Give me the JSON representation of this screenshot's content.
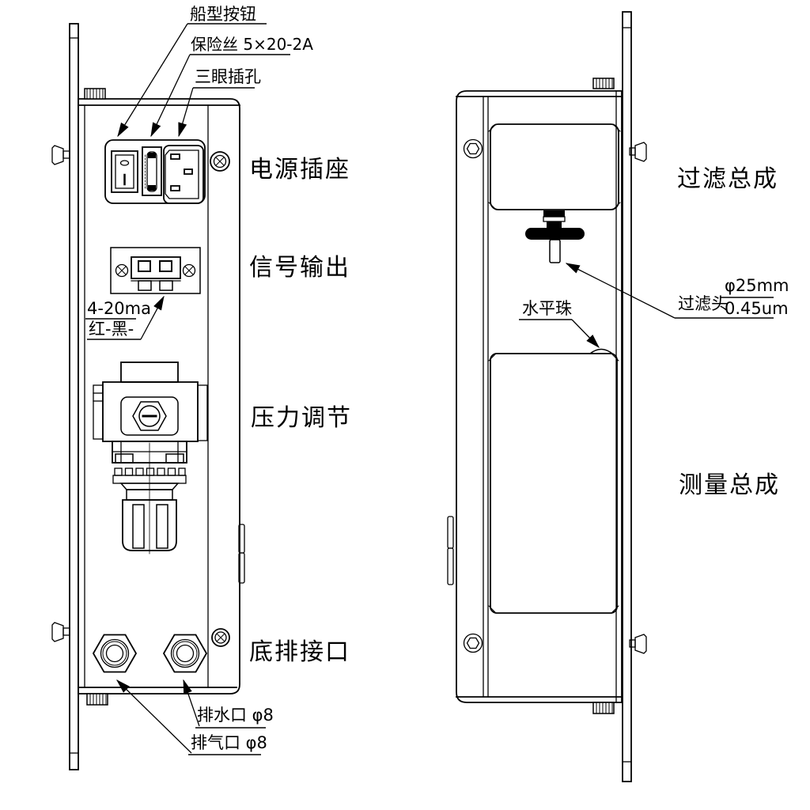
{
  "colors": {
    "ink": "#000000",
    "paper": "#ffffff"
  },
  "left_view": {
    "callouts": {
      "rocker_switch": "船型按钮",
      "fuse": "保险丝 5×20-2A",
      "three_pin_socket": "三眼插孔",
      "power_socket": "电源插座",
      "signal_output": "信号输出",
      "signal_range": "4-20ma",
      "signal_polarity": "红-黑-",
      "pressure_regulator": "压力调节",
      "bottom_ports": "底排接口",
      "drain_port": "排水口 φ8",
      "exhaust_port": "排气口 φ8"
    }
  },
  "right_view": {
    "callouts": {
      "filter_assembly": "过滤总成",
      "filter_head": "过滤头",
      "filter_diameter": "φ25mm",
      "filter_pore_size": "0.45um",
      "level_bubble": "水平珠",
      "measuring_assembly": "测量总成"
    }
  }
}
